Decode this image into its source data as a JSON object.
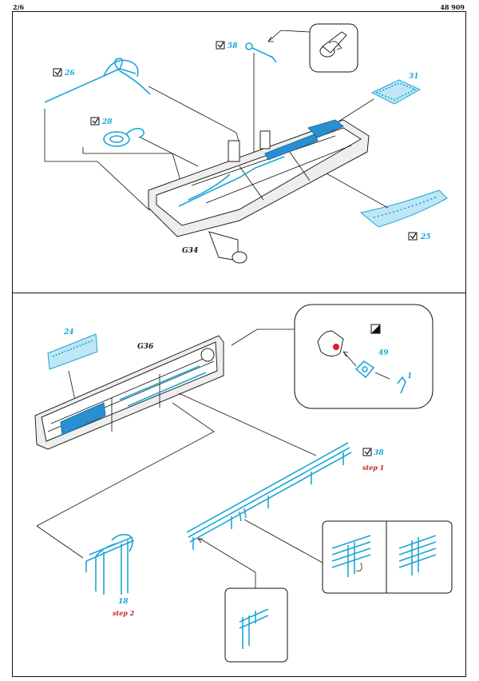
{
  "header": {
    "page": "2/6",
    "kit_number": "48 909"
  },
  "top_panel": {
    "parts": [
      "26",
      "58",
      "28",
      "31",
      "25"
    ],
    "kit_part": "G34"
  },
  "bottom_panel": {
    "parts": [
      "24",
      "49",
      "1",
      "38",
      "18"
    ],
    "kit_part": "G36",
    "steps": {
      "step1": "step 1",
      "step2": "step 2"
    }
  },
  "colors": {
    "etch": "#1ba6d6",
    "step": "#c8201e",
    "highlight_etch": "#2a8fd0",
    "glue_spot": "#d8202a"
  },
  "icons": [
    "checkbox-icon",
    "paint-swatch-icon",
    "bend-arrow-icon"
  ]
}
